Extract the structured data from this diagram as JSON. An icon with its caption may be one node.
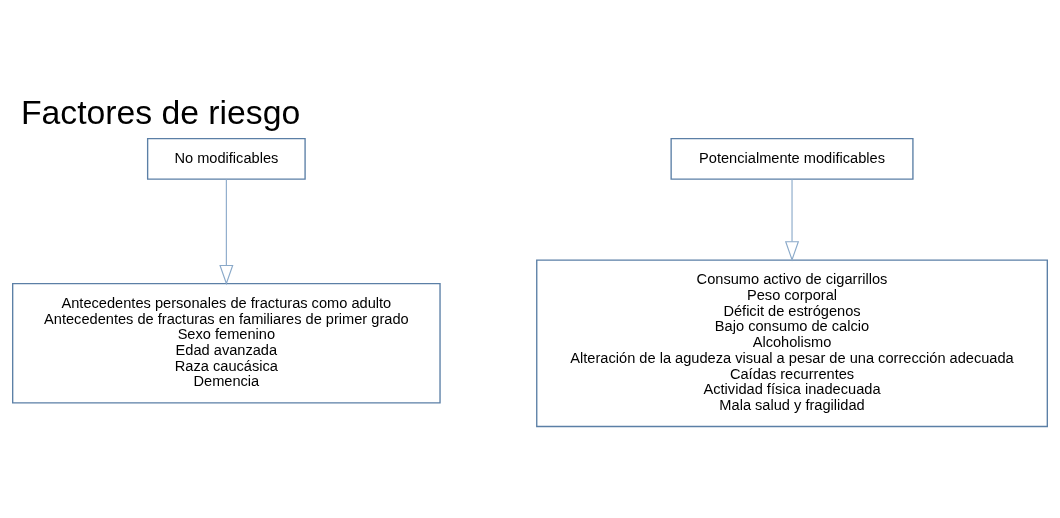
{
  "diagram": {
    "title": "Factores de riesgo",
    "nodes": [
      {
        "text": [
          "No modificables"
        ]
      },
      {
        "text": [
          "Potencialmente modificables"
        ]
      },
      {
        "text": [
          "Antecedentes personales de fracturas como adulto",
          "Antecedentes de fracturas en familiares de primer grado",
          "Sexo femenino",
          "Edad avanzada",
          "Raza caucásica",
          "Demencia"
        ]
      },
      {
        "text": [
          "Consumo activo de cigarrillos",
          "Peso corporal",
          "Déficit de estrógenos",
          "Bajo consumo de calcio",
          "Alcoholismo",
          "Alteración de la agudeza visual a pesar de una corrección adecuada",
          "Caídas recurrentes",
          "Actividad física inadecuada",
          "Mala salud y fragilidad"
        ]
      }
    ],
    "edges": [
      {
        "from": 0,
        "to": 2,
        "arrow": "to"
      },
      {
        "from": 1,
        "to": 3,
        "arrow": "to"
      }
    ]
  }
}
